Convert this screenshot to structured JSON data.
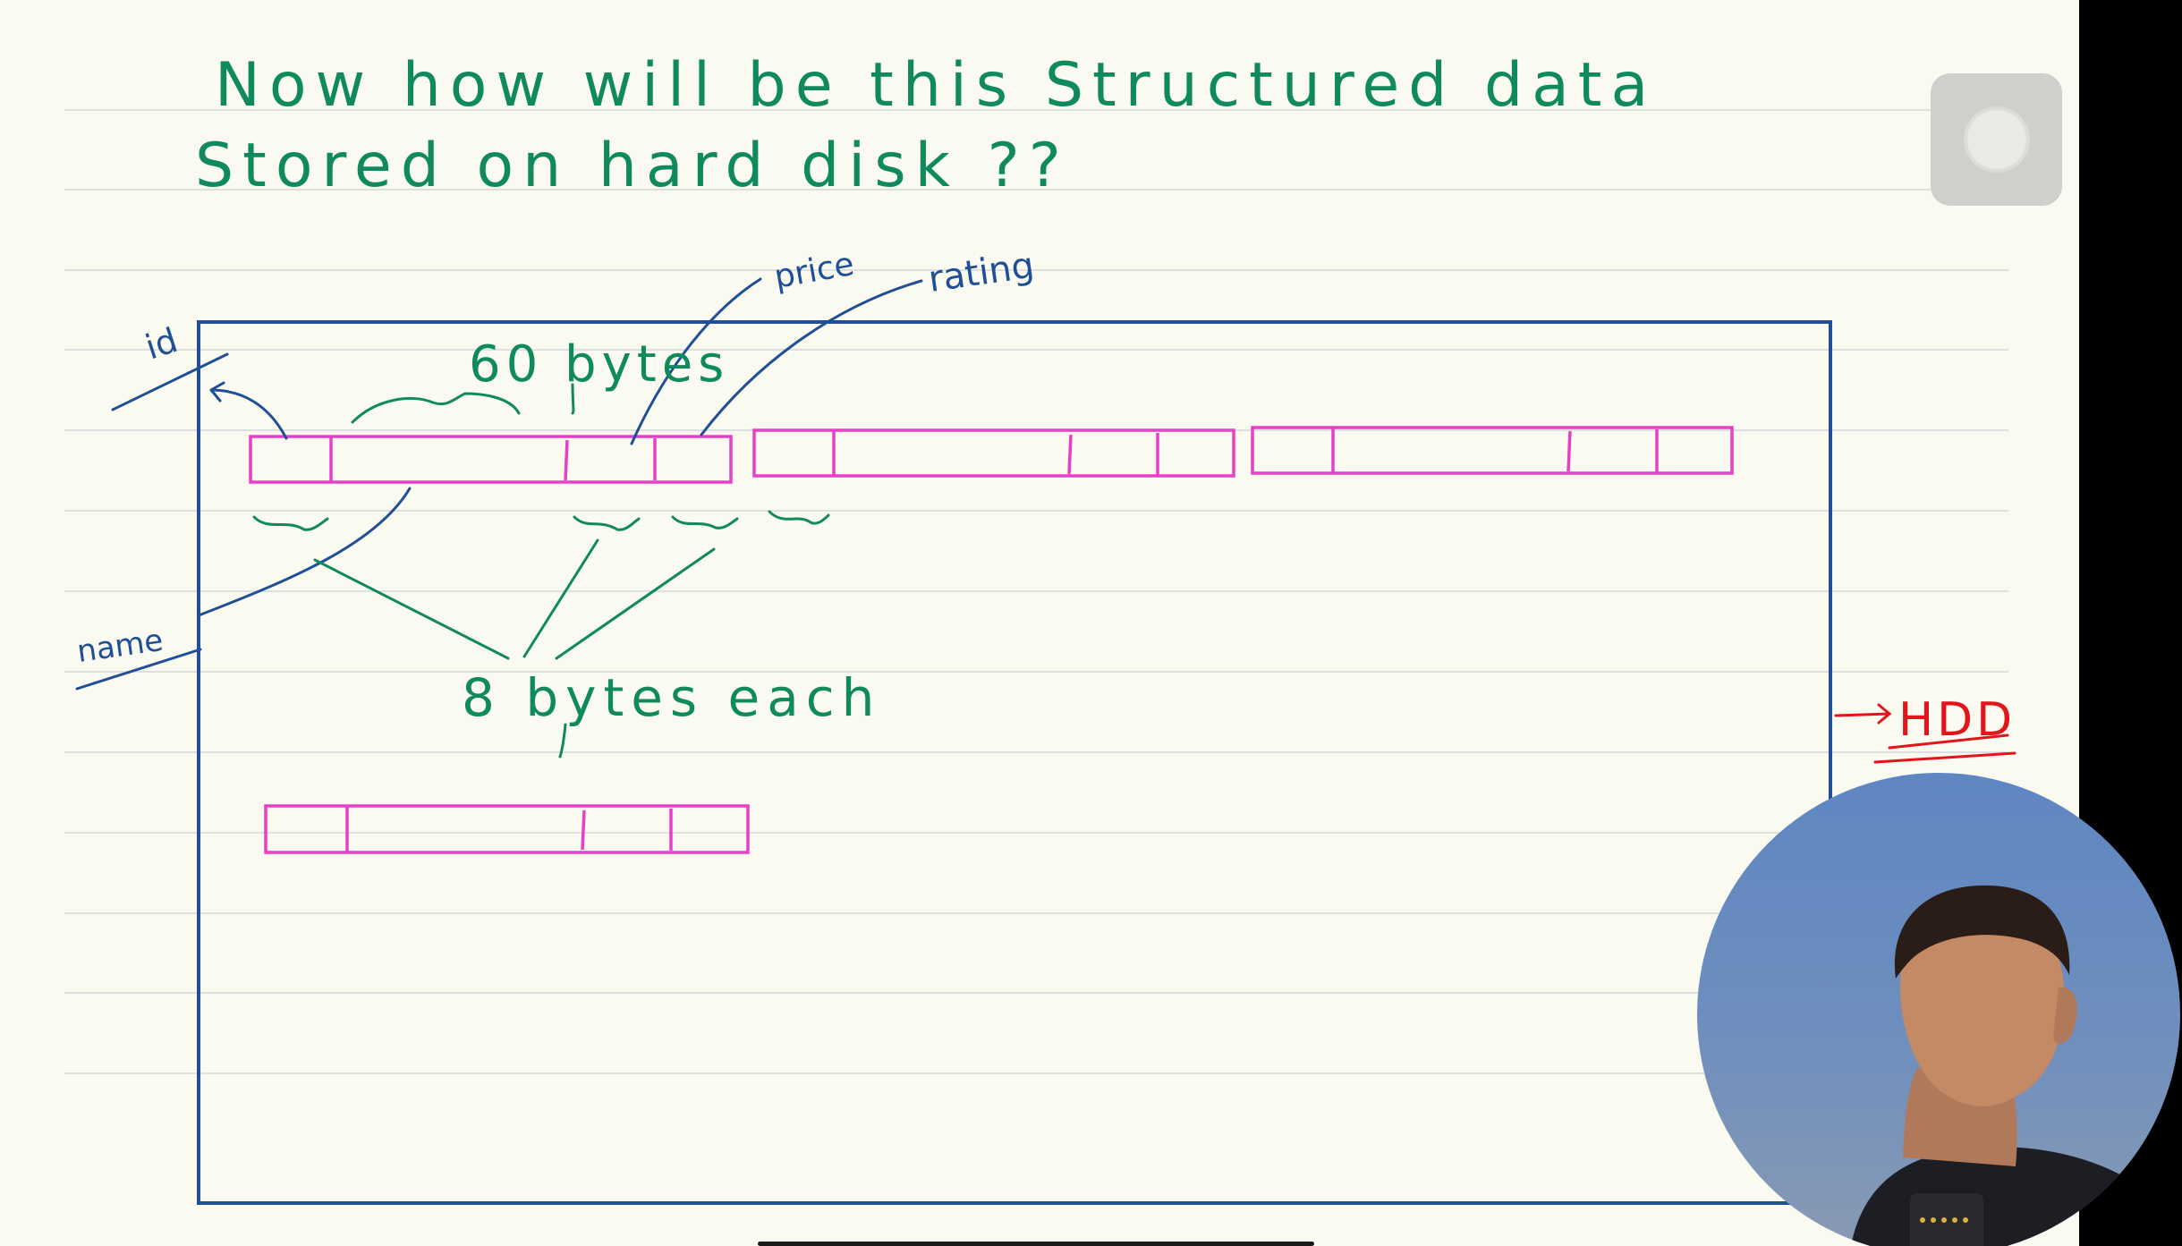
{
  "heading": {
    "line1": "Now how will be this Structured data",
    "line2": "Stored on hard disk ??"
  },
  "labels": {
    "id": "id",
    "name": "name",
    "price": "price",
    "rating": "rating",
    "size_field": "60 bytes",
    "size_each": "8 bytes each",
    "disk": "HDD"
  },
  "colors": {
    "paper": "#fbfaf0",
    "rule_line": "#dedfe0",
    "ink_green": "#0f8a5c",
    "ink_blue": "#1f4f96",
    "ink_magenta": "#e63fc8",
    "ink_red": "#e2151c"
  },
  "icons": {
    "record": "record-button-icon",
    "presenter": "webcam-presenter"
  }
}
